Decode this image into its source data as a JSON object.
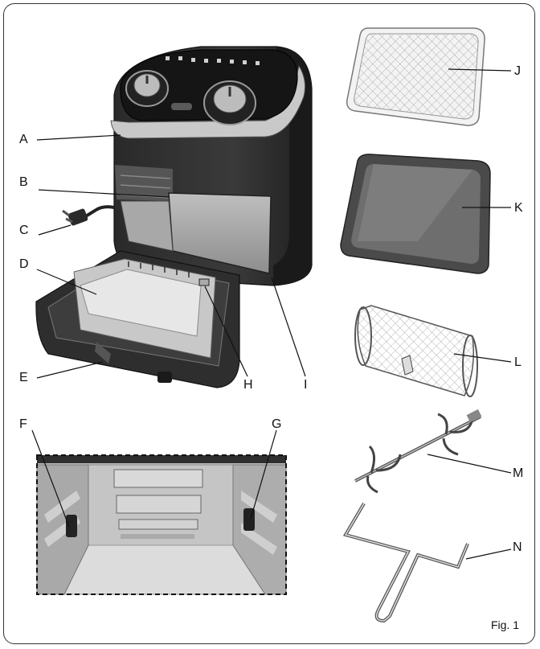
{
  "figure": {
    "caption": "Fig. 1",
    "callouts": [
      {
        "id": "A",
        "text": "A"
      },
      {
        "id": "B",
        "text": "B"
      },
      {
        "id": "C",
        "text": "C"
      },
      {
        "id": "D",
        "text": "D"
      },
      {
        "id": "E",
        "text": "E"
      },
      {
        "id": "F",
        "text": "F"
      },
      {
        "id": "G",
        "text": "G"
      },
      {
        "id": "H",
        "text": "H"
      },
      {
        "id": "I",
        "text": "I"
      },
      {
        "id": "J",
        "text": "J"
      },
      {
        "id": "K",
        "text": "K"
      },
      {
        "id": "L",
        "text": "L"
      },
      {
        "id": "M",
        "text": "M"
      },
      {
        "id": "N",
        "text": "N"
      }
    ]
  }
}
